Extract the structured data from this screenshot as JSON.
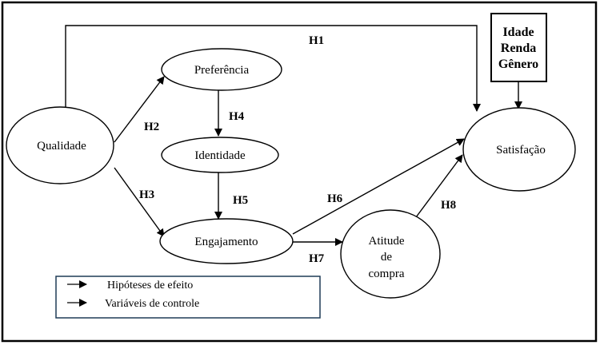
{
  "nodes": {
    "qualidade": "Qualidade",
    "preferencia": "Preferência",
    "identidade": "Identidade",
    "engajamento": "Engajamento",
    "atitude": [
      "Atitude",
      "de",
      "compra"
    ],
    "satisfacao": "Satisfação"
  },
  "controls": [
    "Idade",
    "Renda",
    "Gênero"
  ],
  "hypotheses": {
    "h1": "H1",
    "h2": "H2",
    "h3": "H3",
    "h4": "H4",
    "h5": "H5",
    "h6": "H6",
    "h7": "H7",
    "h8": "H8"
  },
  "legend": {
    "effect": "Hipóteses de efeito",
    "control": "Variáveis de controle"
  }
}
